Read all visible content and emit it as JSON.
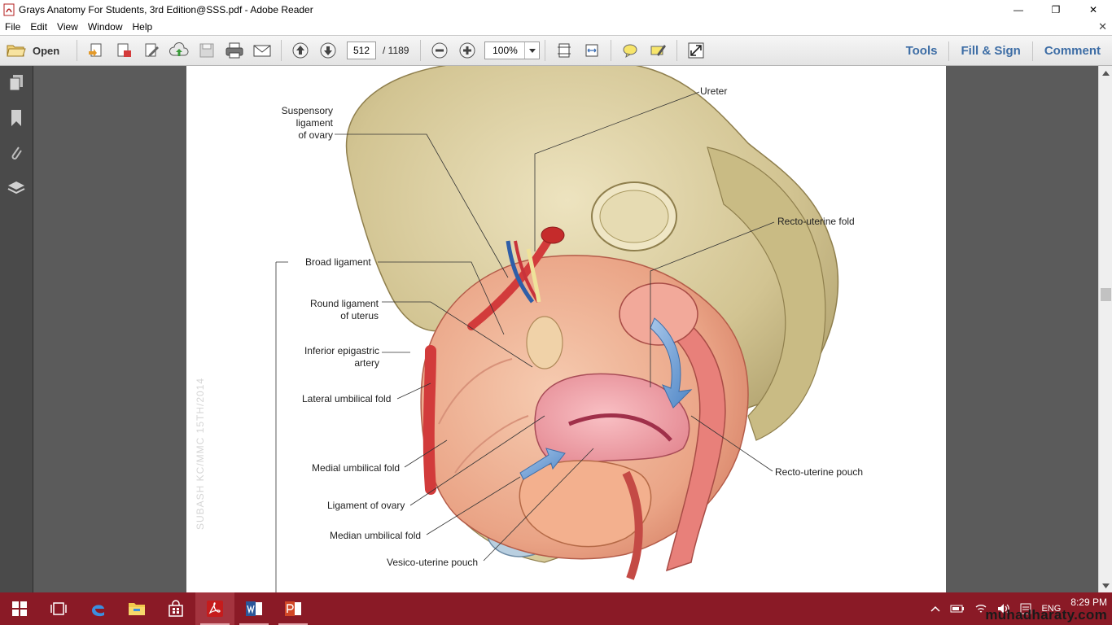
{
  "window": {
    "title": "Grays Anatomy For Students, 3rd Edition@SSS.pdf - Adobe Reader",
    "minimize": "—",
    "restore": "❐",
    "close": "✕"
  },
  "menu": {
    "items": [
      "File",
      "Edit",
      "View",
      "Window",
      "Help"
    ],
    "close_doc": "✕"
  },
  "toolbar": {
    "open_label": "Open",
    "current_page": "512",
    "total_pages": "/  1189",
    "zoom": "100%",
    "tabs": [
      "Tools",
      "Fill & Sign",
      "Comment"
    ]
  },
  "figure": {
    "labels": {
      "suspensory": "Suspensory\nligament\nof ovary",
      "ureter": "Ureter",
      "recto_uterine_fold": "Recto-uterine fold",
      "broad_ligament": "Broad ligament",
      "round_ligament": "Round ligament\nof uterus",
      "inferior_epigastric": "Inferior epigastric\nartery",
      "lateral_umbilical": "Lateral umbilical fold",
      "medial_umbilical": "Medial umbilical fold",
      "ligament_ovary": "Ligament of ovary",
      "median_umbilical": "Median umbilical fold",
      "vesico_uterine": "Vesico-uterine pouch",
      "recto_uterine_pouch": "Recto-uterine pouch"
    },
    "watermark": "SUBASH KC/MMC 15TH/2014"
  },
  "taskbar": {
    "time": "8:29 PM",
    "lang": "ENG",
    "brand_overlay": "muhadharaty.com"
  }
}
